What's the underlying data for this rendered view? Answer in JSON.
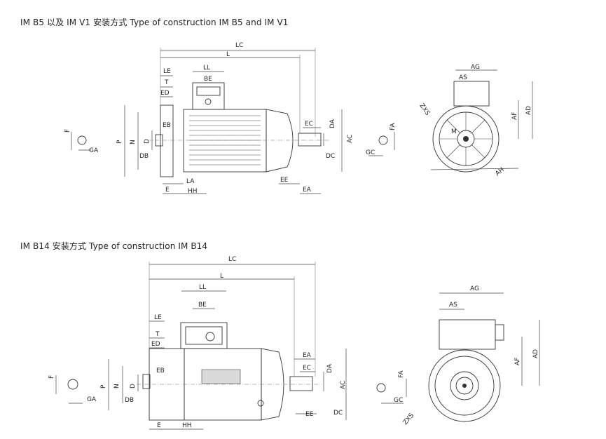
{
  "captions": {
    "b5_v1": "IM B5 以及 IM V1 安装方式  Type of construction IM B5 and IM V1",
    "b14": "IM B14 安装方式  Type of construction IM B14"
  },
  "dims": {
    "LC": "LC",
    "L": "L",
    "LE": "LE",
    "LL": "LL",
    "BE": "BE",
    "T": "T",
    "ED": "ED",
    "EB": "EB",
    "P": "P",
    "N": "N",
    "D": "D",
    "DB": "DB",
    "F": "F",
    "GA": "GA",
    "E": "E",
    "LA": "LA",
    "HH": "HH",
    "EE": "EE",
    "EA": "EA",
    "EC": "EC",
    "DA": "DA",
    "DC": "DC",
    "AC": "AC",
    "FA": "FA",
    "GC": "GC",
    "AG": "AG",
    "AS": "AS",
    "AF": "AF",
    "AD": "AD",
    "AH": "AH",
    "M": "M",
    "ZXS": "ZXS"
  }
}
